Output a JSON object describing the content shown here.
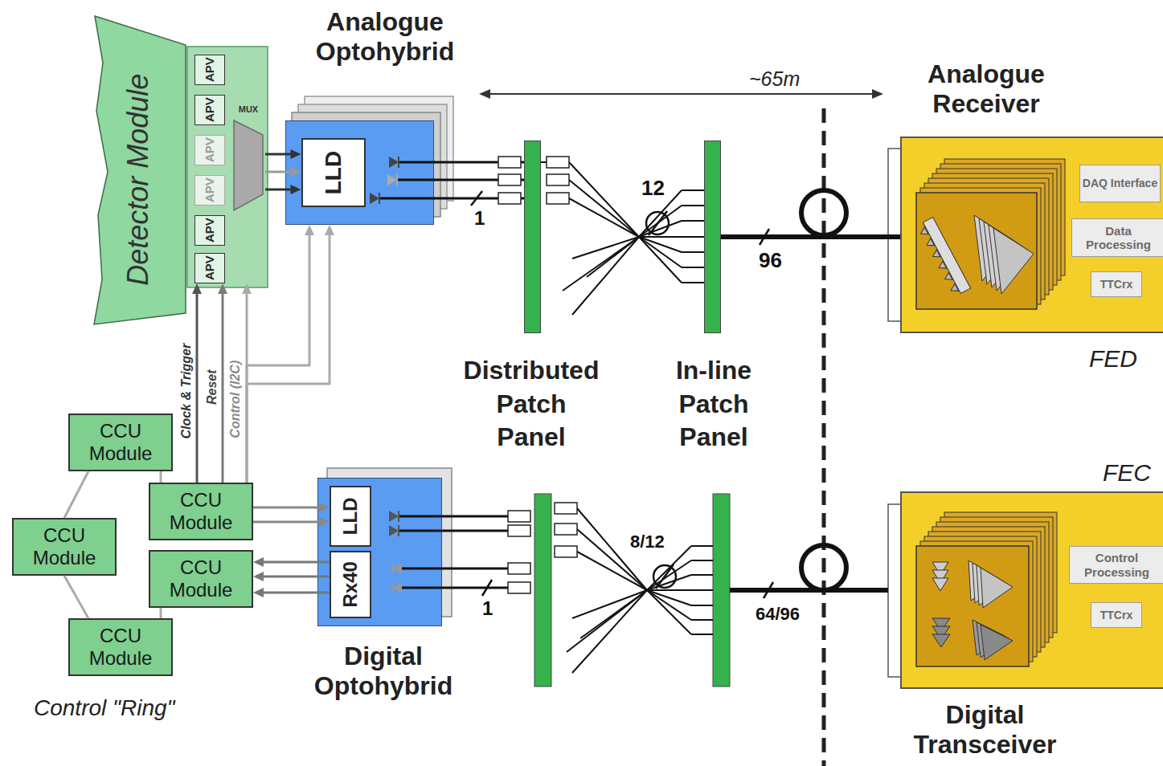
{
  "diagram": {
    "nodes": [
      {
        "text": [
          "Detector Module"
        ]
      },
      {
        "text": [
          "APV"
        ]
      },
      {
        "text": [
          "APV"
        ]
      },
      {
        "text": [
          "APV"
        ]
      },
      {
        "text": [
          "APV"
        ]
      },
      {
        "text": [
          "APV"
        ]
      },
      {
        "text": [
          "APV"
        ]
      },
      {
        "text": [
          "MUX"
        ]
      },
      {
        "text": [
          "Analogue Optohybrid"
        ]
      },
      {
        "text": [
          "LLD"
        ],
        "in": 8
      },
      {
        "text": [
          "Distributed Patch Panel"
        ]
      },
      {
        "text": [
          "In-line Patch Panel"
        ]
      },
      {
        "text": [
          "Analogue Receiver",
          "FED"
        ]
      },
      {
        "text": [
          "DAQ Interface"
        ],
        "in": 12
      },
      {
        "text": [
          "Data Processing"
        ],
        "in": 12
      },
      {
        "text": [
          "TTCrx"
        ],
        "in": 12
      },
      {
        "text": [
          "CCU Module"
        ]
      },
      {
        "text": [
          "CCU Module"
        ]
      },
      {
        "text": [
          "CCU Module"
        ]
      },
      {
        "text": [
          "CCU Module"
        ]
      },
      {
        "text": [
          "CCU Module"
        ]
      },
      {
        "text": [
          "Digital Optohybrid"
        ]
      },
      {
        "text": [
          "LLD"
        ],
        "in": 21
      },
      {
        "text": [
          "Rx40"
        ],
        "in": 21
      },
      {
        "text": [
          "FEC",
          "Digital Transceiver"
        ]
      },
      {
        "text": [
          "Control Processing"
        ],
        "in": 24
      },
      {
        "text": [
          "TTCrx"
        ],
        "in": 24
      }
    ],
    "edges": [
      {
        "from": 7,
        "to": 9,
        "arrow": "to"
      },
      {
        "from": 7,
        "to": 9,
        "arrow": "to"
      },
      {
        "from": 7,
        "to": 9,
        "arrow": "to"
      },
      {
        "from": 8,
        "to": 10,
        "arrow": "none"
      },
      {
        "from": 8,
        "to": 10,
        "arrow": "none"
      },
      {
        "from": 8,
        "to": 10,
        "arrow": "none",
        "label": "1"
      },
      {
        "from": 10,
        "to": 11,
        "arrow": "none",
        "label": "12"
      },
      {
        "from": 11,
        "to": 12,
        "arrow": "none",
        "label": "96"
      },
      {
        "from": 16,
        "to": 17,
        "arrow": "none"
      },
      {
        "from": 16,
        "to": 18,
        "arrow": "none"
      },
      {
        "from": 18,
        "to": 20,
        "arrow": "none"
      },
      {
        "from": 20,
        "to": 19,
        "arrow": "none"
      },
      {
        "from": 17,
        "to": 6,
        "arrow": "to",
        "label": "Clock & Trigger"
      },
      {
        "from": 17,
        "to": 6,
        "arrow": "to",
        "label": "Reset"
      },
      {
        "from": 17,
        "to": 6,
        "arrow": "to",
        "label": "Control (I2C)"
      },
      {
        "from": 17,
        "to": 8,
        "arrow": "to"
      },
      {
        "from": 17,
        "to": 8,
        "arrow": "to"
      },
      {
        "from": 17,
        "to": 22,
        "arrow": "to"
      },
      {
        "from": 17,
        "to": 22,
        "arrow": "to"
      },
      {
        "from": 23,
        "to": 19,
        "arrow": "to"
      },
      {
        "from": 23,
        "to": 19,
        "arrow": "to"
      },
      {
        "from": 23,
        "to": 19,
        "arrow": "to"
      }
    ],
    "labels": [
      "~65m",
      "8/12",
      "1",
      "64/96",
      "Control \"Ring\""
    ]
  }
}
